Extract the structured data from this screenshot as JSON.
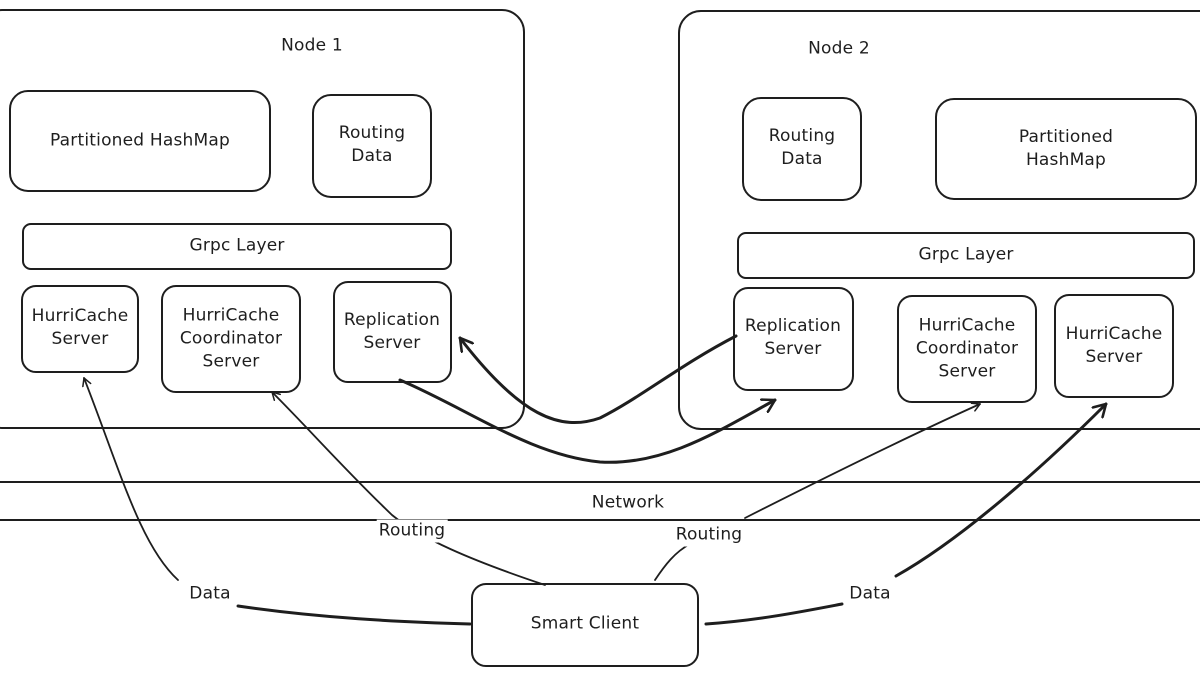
{
  "nodes": {
    "node1": {
      "title": "Node 1",
      "hashmap": "Partitioned HashMap",
      "routing_data": "Routing\nData",
      "grpc": "Grpc Layer",
      "hurricache_server": "HurriCache\nServer",
      "coordinator_server": "HurriCache\nCoordinator\nServer",
      "replication_server": "Replication\nServer"
    },
    "node2": {
      "title": "Node 2",
      "routing_data": "Routing\nData",
      "hashmap": "Partitioned HashMap",
      "grpc": "Grpc Layer",
      "replication_server": "Replication\nServer",
      "coordinator_server": "HurriCache\nCoordinator\nServer",
      "hurricache_server": "HurriCache\nServer"
    }
  },
  "network": {
    "label": "Network"
  },
  "client": {
    "label": "Smart Client"
  },
  "edges": {
    "routing_left": "Routing",
    "routing_right": "Routing",
    "data_left": "Data",
    "data_right": "Data"
  }
}
